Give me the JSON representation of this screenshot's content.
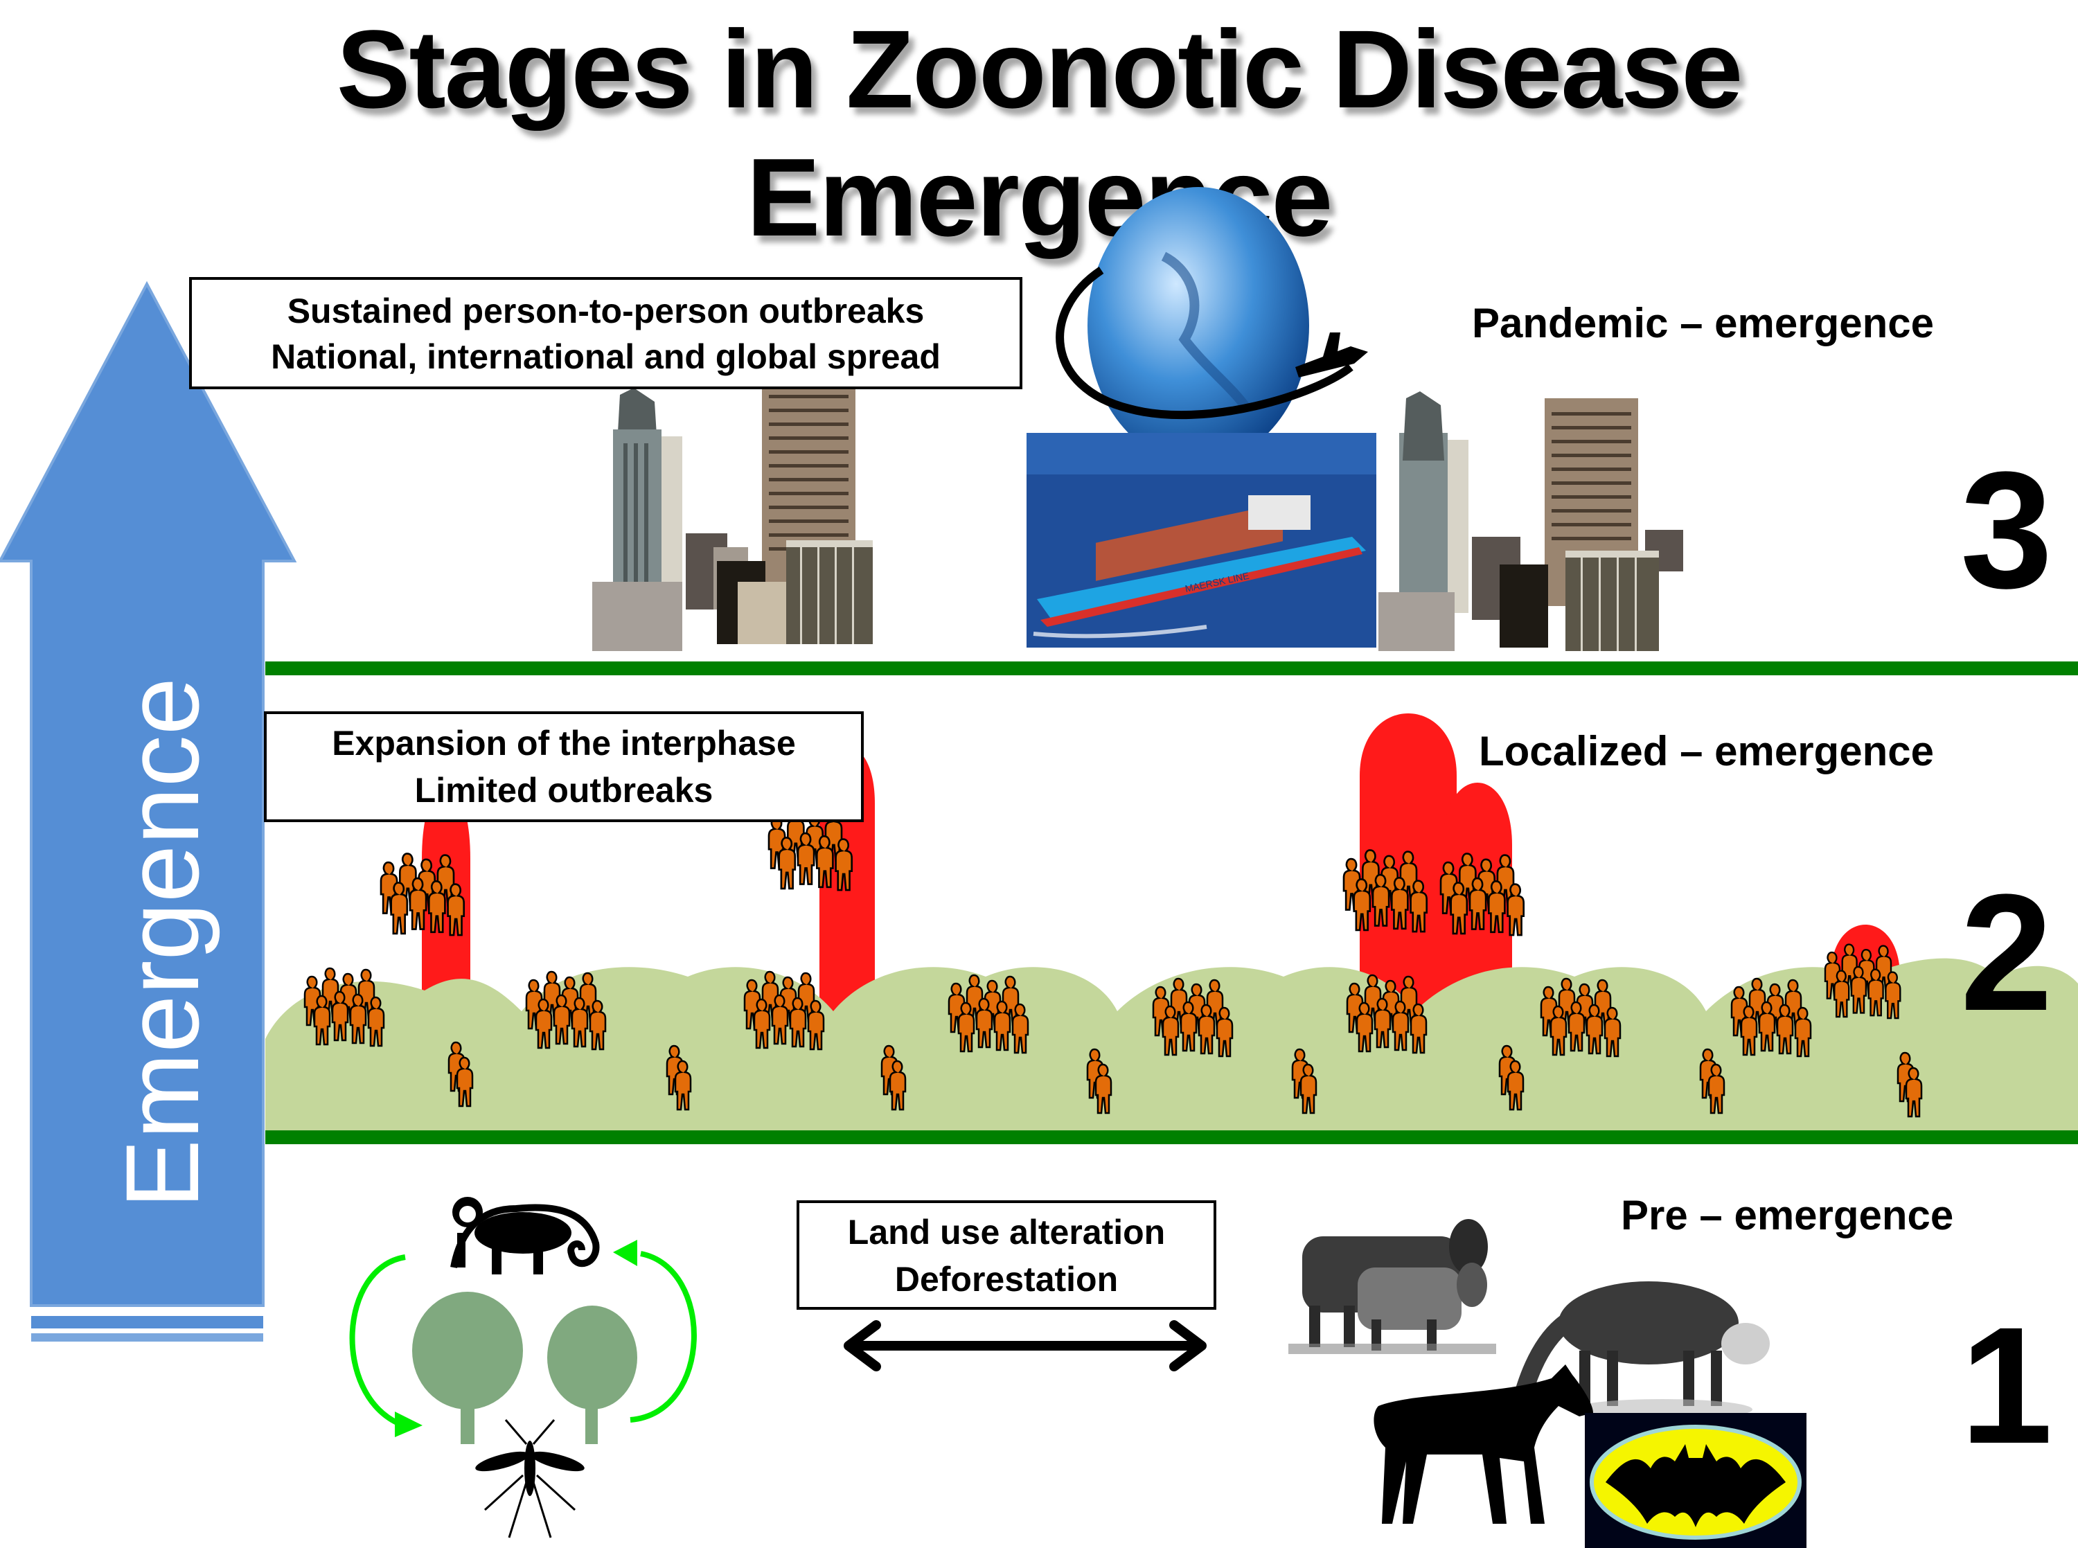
{
  "title": {
    "line1": "Stages in Zoonotic Disease",
    "line2": "Emergence"
  },
  "axis_arrow": {
    "label": "Emergence",
    "color": "#558ed5"
  },
  "stages": [
    {
      "number": "3",
      "label": "Pandemic – emergence",
      "description": [
        "Sustained person-to-person outbreaks",
        "National, international and global spread"
      ],
      "illustrations": [
        "city-skyline",
        "globe-with-airplane",
        "container-ship",
        "city-skyline"
      ],
      "ship_text": "MAERSK LINE"
    },
    {
      "number": "2",
      "label": "Localized – emergence",
      "description": [
        "Expansion of the interphase",
        "Limited outbreaks"
      ],
      "illustrations": [
        "people-crowds",
        "outbreak-peaks",
        "hills"
      ]
    },
    {
      "number": "1",
      "label": "Pre – emergence",
      "description": [
        "Land use alteration",
        "Deforestation"
      ],
      "illustrations": [
        "monkey",
        "trees",
        "mosquito",
        "cycle-arrows",
        "double-arrow",
        "cattle",
        "civet",
        "horse",
        "bat-symbol"
      ]
    }
  ],
  "colors": {
    "stage_divider": "#008000",
    "outbreak": "#ff1a1a",
    "hill": "#c4d79b",
    "person": "#e36c09",
    "cycle_arrow": "#00ee00",
    "tree": "#80a97f"
  }
}
